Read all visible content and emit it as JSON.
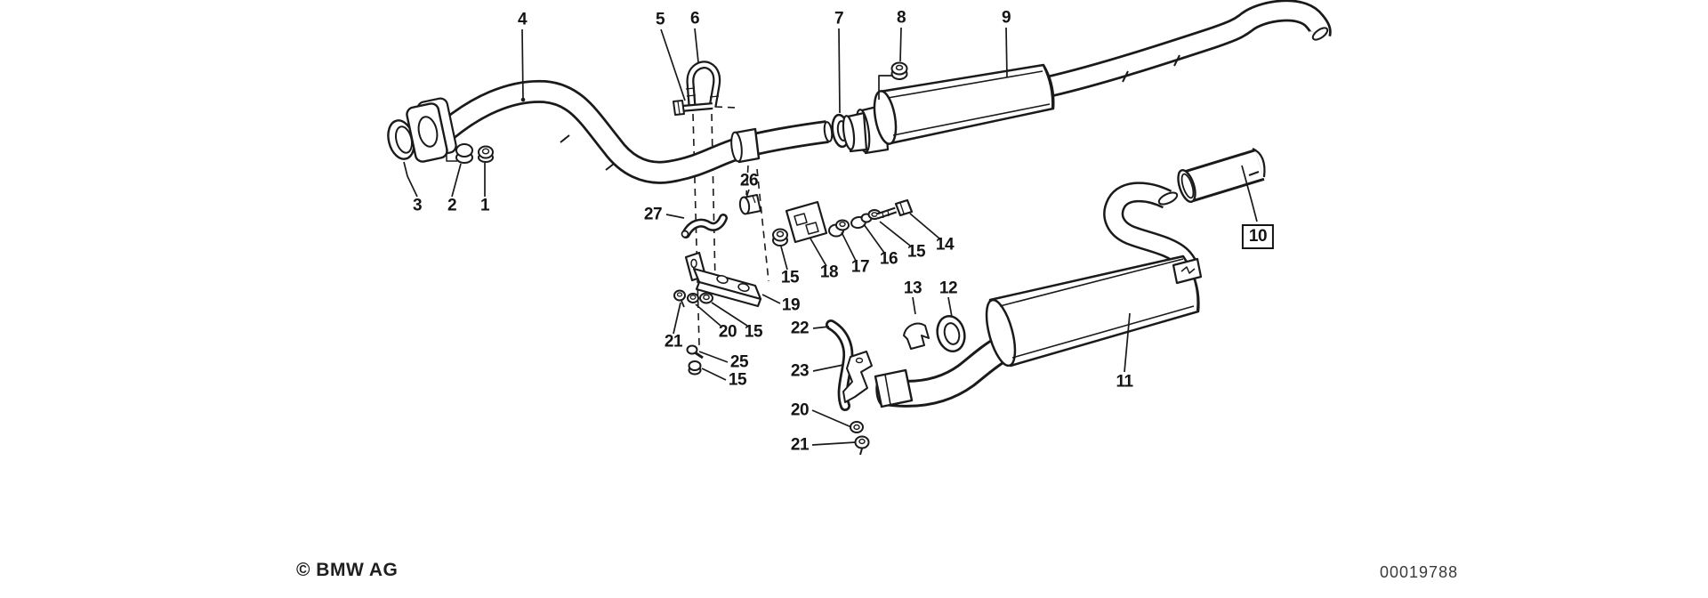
{
  "page": {
    "background": "#ffffff",
    "line_color": "#1a1a1a"
  },
  "footer": {
    "copyright": "© BMW AG",
    "document_number": "00019788"
  },
  "labels": {
    "p1": "1",
    "p2": "2",
    "p3": "3",
    "p4": "4",
    "p5": "5",
    "p6": "6",
    "p7": "7",
    "p8": "8",
    "p9": "9",
    "p10": "10",
    "p11": "11",
    "p12": "12",
    "p13": "13",
    "p14": "14",
    "p15a": "15",
    "p15b": "15",
    "p15c": "15",
    "p15d": "15",
    "p16": "16",
    "p17": "17",
    "p18": "18",
    "p19": "19",
    "p20a": "20",
    "p20b": "20",
    "p21a": "21",
    "p21b": "21",
    "p22": "22",
    "p23": "23",
    "p25": "25",
    "p26": "26",
    "p27": "27"
  }
}
